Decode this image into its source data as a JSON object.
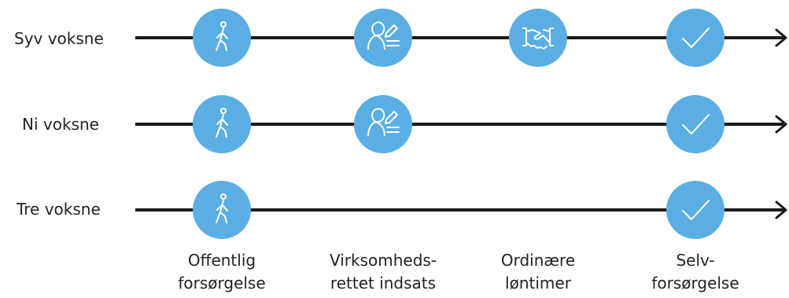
{
  "rows": [
    {
      "label": "Syv voksne",
      "stages": [
        "walking-person-icon",
        "person-contract-icon",
        "handshake-icon",
        "checkmark-icon"
      ]
    },
    {
      "label": "Ni voksne",
      "stages": [
        "walking-person-icon",
        "person-contract-icon",
        "checkmark-icon"
      ]
    },
    {
      "label": "Tre voksne",
      "stages": [
        "walking-person-icon",
        "checkmark-icon"
      ]
    }
  ],
  "columns": [
    {
      "line1": "Offentlig",
      "line2": "forsørgelse"
    },
    {
      "line1": "Virksomheds-",
      "line2": "rettet indsats"
    },
    {
      "line1": "Ordinære",
      "line2": "løntimer"
    },
    {
      "line1": "Selv-",
      "line2": "forsørgelse"
    }
  ],
  "colors": {
    "line": "#1a1a1a",
    "circle": "#5aaee3",
    "icon": "#ffffff",
    "text": "#222222"
  }
}
